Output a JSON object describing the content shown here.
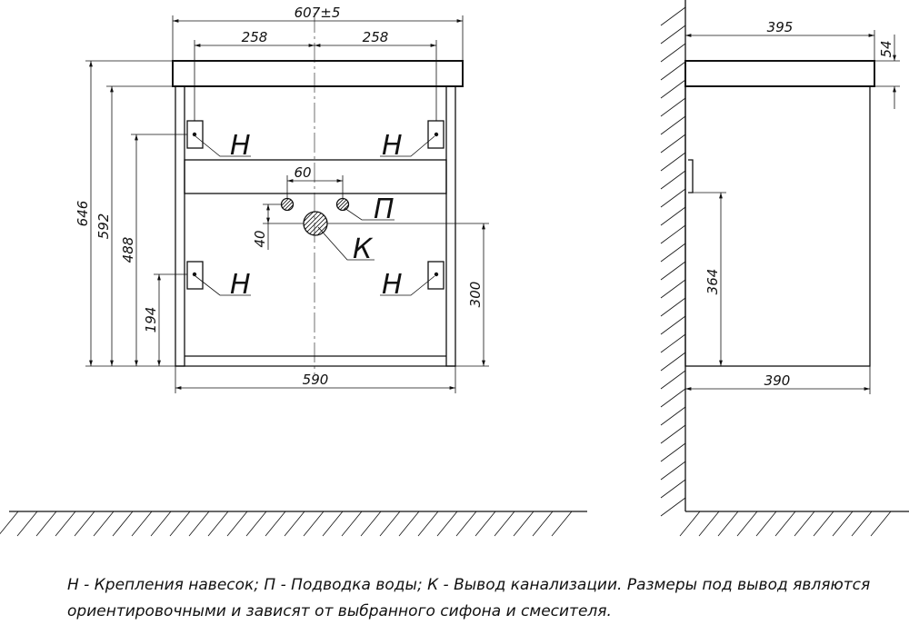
{
  "front_view": {
    "dimensions": {
      "overall_width": "607±5",
      "half_left": "258",
      "half_right": "258",
      "overall_height": "646",
      "body_height": "592",
      "upper_mount_height": "488",
      "lower_mount_height": "194",
      "pipe_spacing": "60",
      "pipe_offset": "40",
      "drain_height": "300",
      "bottom_width": "590"
    },
    "labels": {
      "mount": "Н",
      "water": "П",
      "drain": "К"
    }
  },
  "side_view": {
    "dimensions": {
      "top_depth": "395",
      "top_thickness": "54",
      "handle_height": "364",
      "body_depth": "390"
    }
  },
  "legend": {
    "line1": "Н - Крепления навесок; П - Подводка воды; К - Вывод канализации. Размеры под вывод являются",
    "line2": "ориентировочными и зависят от выбранного сифона и смесителя."
  }
}
